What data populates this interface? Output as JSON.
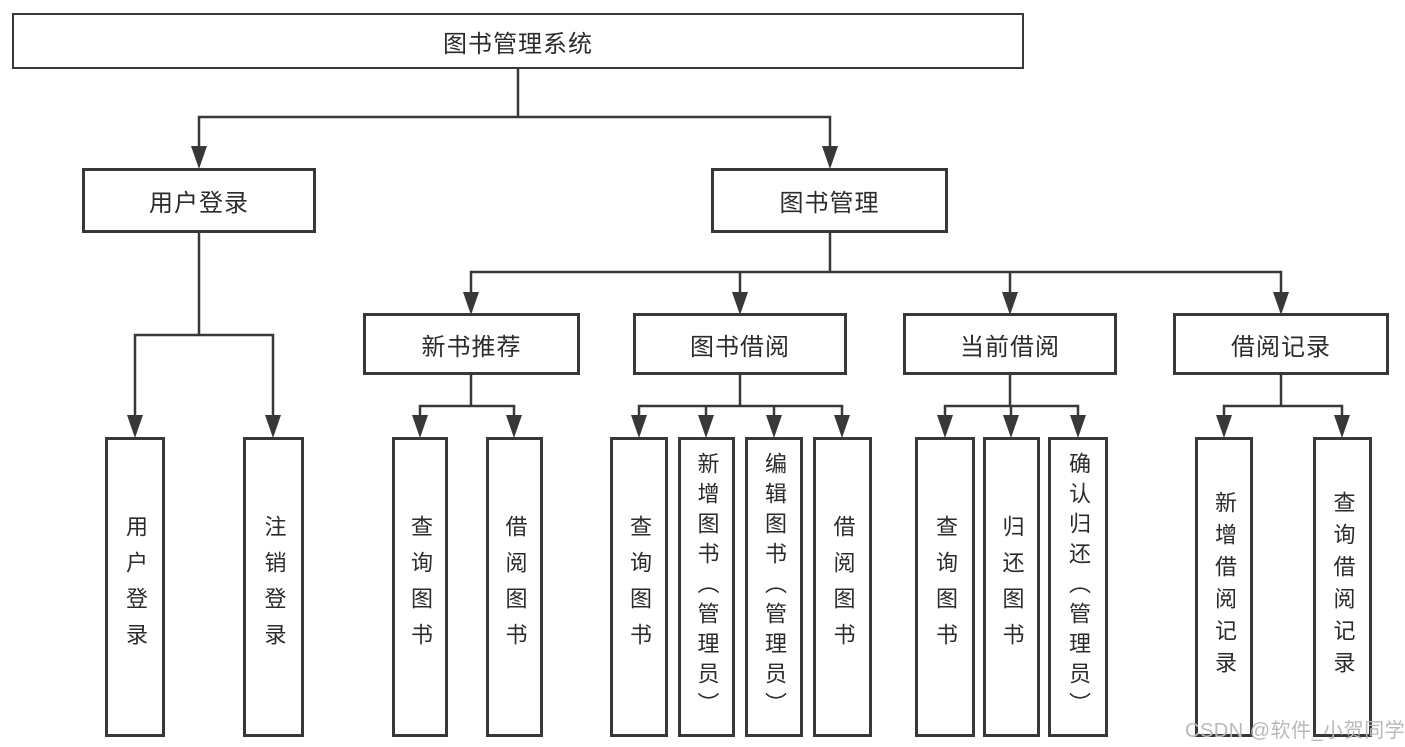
{
  "diagram": {
    "title": "图书管理系统",
    "nodes": {
      "root": {
        "label": "图书管理系统"
      },
      "userLogin": {
        "label": "用户登录"
      },
      "bookMgmt": {
        "label": "图书管理"
      },
      "newBookRec": {
        "label": "新书推荐"
      },
      "bookBorrow": {
        "label": "图书借阅"
      },
      "currentBorrow": {
        "label": "当前借阅"
      },
      "borrowRecords": {
        "label": "借阅记录"
      },
      "uLogin": {
        "label": "用户登录"
      },
      "uLogout": {
        "label": "注销登录"
      },
      "queryBook1": {
        "label": "查询图书"
      },
      "borrowBook1": {
        "label": "借阅图书"
      },
      "queryBook2": {
        "label": "查询图书"
      },
      "addBookAdmin": {
        "label": "新增图书（管理员）"
      },
      "editBookAdmin": {
        "label": "编辑图书（管理员）"
      },
      "borrowBook2": {
        "label": "借阅图书"
      },
      "queryBook3": {
        "label": "查询图书"
      },
      "returnBook": {
        "label": "归还图书"
      },
      "confirmReturnAdmin": {
        "label": "确认归还（管理员）"
      },
      "addBorrowRecord": {
        "label": "新增借阅记录"
      },
      "queryBorrowRecord": {
        "label": "查询借阅记录"
      }
    },
    "hierarchy": {
      "root": [
        "userLogin",
        "bookMgmt"
      ],
      "userLogin": [
        "uLogin",
        "uLogout"
      ],
      "bookMgmt": [
        "newBookRec",
        "bookBorrow",
        "currentBorrow",
        "borrowRecords"
      ],
      "newBookRec": [
        "queryBook1",
        "borrowBook1"
      ],
      "bookBorrow": [
        "queryBook2",
        "addBookAdmin",
        "editBookAdmin",
        "borrowBook2"
      ],
      "currentBorrow": [
        "queryBook3",
        "returnBook",
        "confirmReturnAdmin"
      ],
      "borrowRecords": [
        "addBorrowRecord",
        "queryBorrowRecord"
      ]
    },
    "watermark": "CSDN @软件_小贺同学",
    "colors": {
      "line": "#383838",
      "box_border": "#383838",
      "text": "#2b2b2b",
      "watermark": "#b7babd",
      "background": "#ffffff"
    }
  }
}
